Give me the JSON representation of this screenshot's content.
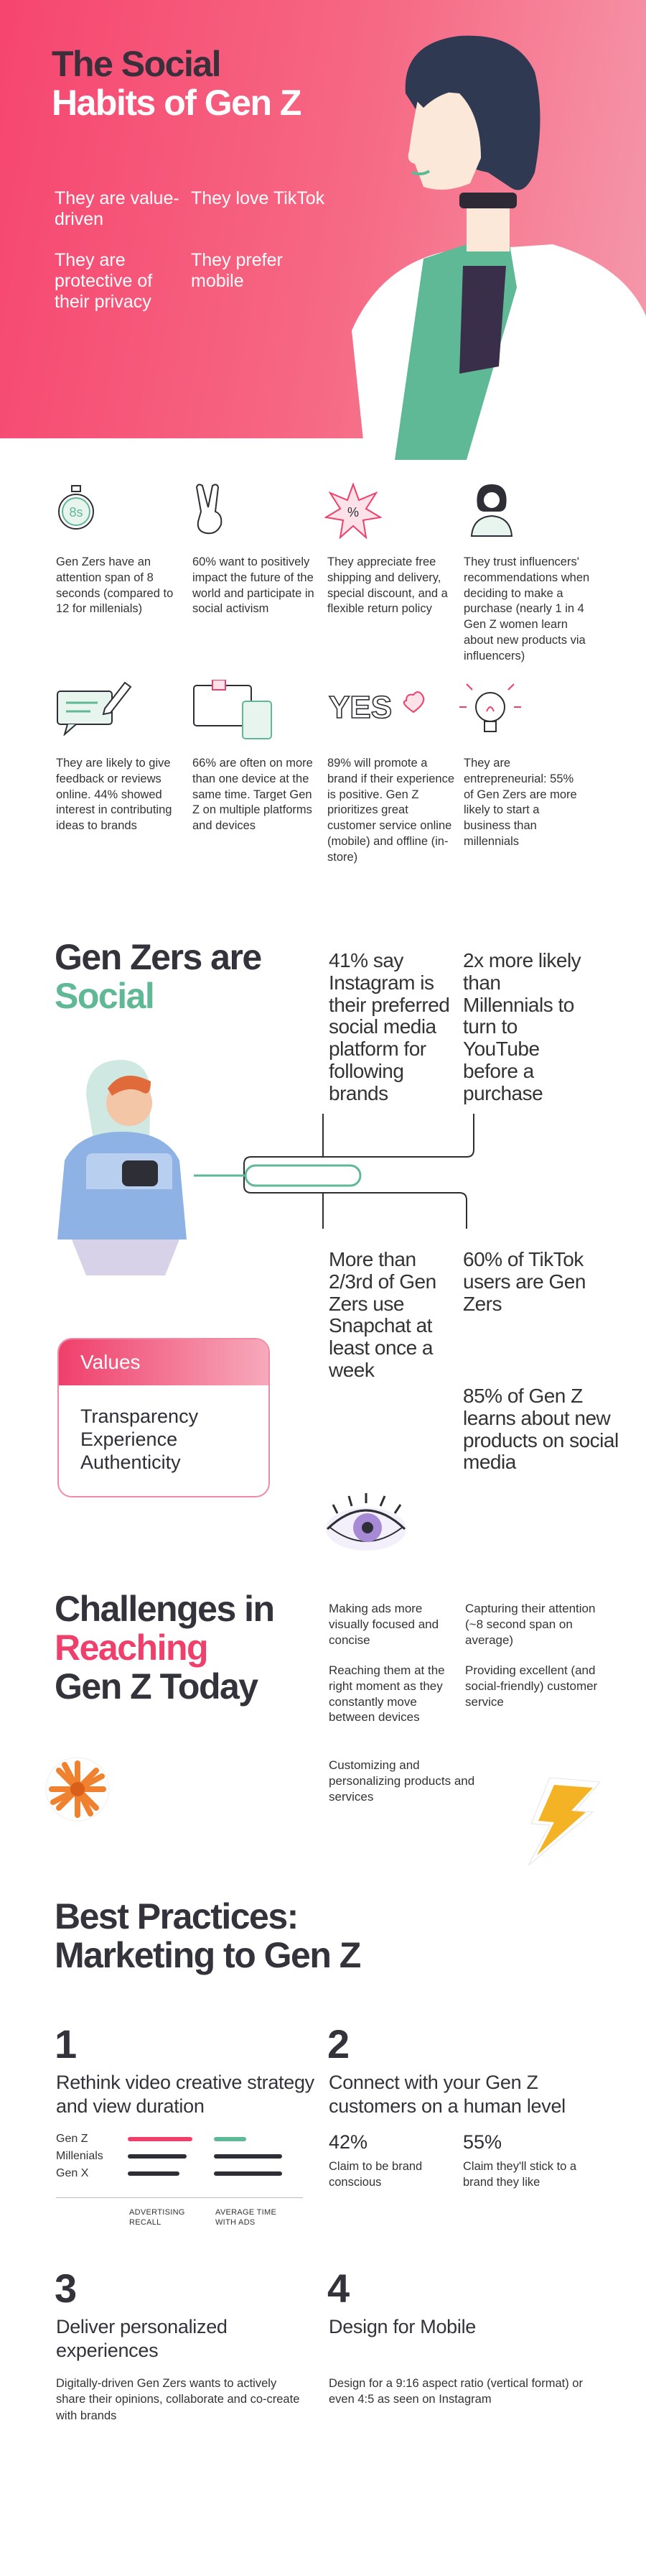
{
  "hero": {
    "title_line1": "The Social",
    "title_line2": "Habits of Gen Z",
    "traits": [
      "They are value-driven",
      "They love TikTok",
      "They are protective of their privacy",
      "They prefer mobile"
    ]
  },
  "stats": [
    {
      "icon": "stopwatch-icon",
      "icon_label": "8s",
      "text": "Gen Zers have an attention span of 8 seconds (compared to 12 for millenials)"
    },
    {
      "icon": "peace-hand-icon",
      "text": "60% want to positively impact the future of the world and participate in social activism"
    },
    {
      "icon": "percent-badge-icon",
      "icon_label": "%",
      "text": "They appreciate free shipping and delivery, special discount, and a flexible return policy"
    },
    {
      "icon": "influencer-avatar-icon",
      "text": "They trust influencers' recommendations when deciding to make a purchase (nearly 1 in 4 Gen Z women learn about new products via influencers)"
    },
    {
      "icon": "feedback-chat-icon",
      "text": "They are likely to give feedback or reviews online. 44% showed interest in contributing ideas to brands"
    },
    {
      "icon": "multi-device-icon",
      "text": "66% are often on more than one device at the same time. Target Gen Z on multiple platforms and devices"
    },
    {
      "icon": "yes-heart-icon",
      "icon_label": "YES",
      "text": "89% will promote a brand if their experience is positive. Gen Z prioritizes great customer service online (mobile) and offline (in-store)"
    },
    {
      "icon": "lightbulb-icon",
      "text": "They are entrepreneurial: 55% of Gen Zers are more likely to start a business than millennials"
    }
  ],
  "social": {
    "title_line1": "Gen Zers are",
    "title_line2": "Social",
    "facts": [
      "41% say Instagram is their preferred social media platform for following brands",
      "2x more likely than Millennials to turn to YouTube before a purchase",
      "More than 2/3rd of Gen Zers use Snapchat at least once a week",
      "60% of TikTok users are Gen Zers",
      "85% of Gen Z learns about new products on social media"
    ],
    "values_title": "Values",
    "values": [
      "Transparency",
      "Experience",
      "Authenticity"
    ]
  },
  "challenges": {
    "title_line1": "Challenges in",
    "title_line2": "Reaching",
    "title_line3": "Gen Z Today",
    "items": [
      "Making ads more visually focused and concise",
      "Capturing their attention (~8 second span on average)",
      "Reaching them at the right moment as they constantly move between devices",
      "Providing excellent (and social-friendly) customer service",
      "Customizing and personalizing products and services"
    ]
  },
  "best_practices": {
    "title_line1": "Best Practices:",
    "title_line2": "Marketing to Gen Z",
    "items": [
      {
        "num": "1",
        "head": "Rethink video creative strategy and view duration"
      },
      {
        "num": "2",
        "head": "Connect with your Gen Z customers on a human level"
      },
      {
        "num": "3",
        "head": "Deliver personalized experiences",
        "body": "Digitally-driven Gen Zers wants to actively share their opinions, collaborate and co-create with brands"
      },
      {
        "num": "4",
        "head": "Design for Mobile",
        "body": "Design for a 9:16 aspect ratio (vertical format) or even 4:5 as seen on Instagram"
      }
    ],
    "legend": [
      "Gen Z",
      "Millenials",
      "Gen X"
    ],
    "axis_labels": [
      "ADVERTISING RECALL",
      "AVERAGE TIME WITH ADS"
    ],
    "bar_series": [
      {
        "name": "Gen Z",
        "color": "#ef3f6b",
        "recall": 0.9,
        "time": 0.45
      },
      {
        "name": "Millenials",
        "color": "#2e2e36",
        "recall": 0.82,
        "time": 0.95
      },
      {
        "name": "Gen X",
        "color": "#2e2e36",
        "recall": 0.72,
        "time": 0.95
      }
    ],
    "stat_a_value": "42%",
    "stat_a_label": "Claim to be brand conscious",
    "stat_b_value": "55%",
    "stat_b_label": "Claim they'll stick to a brand they like"
  },
  "colors": {
    "pink": "#f6456f",
    "green": "#5fb896",
    "dark": "#2e2e36"
  }
}
